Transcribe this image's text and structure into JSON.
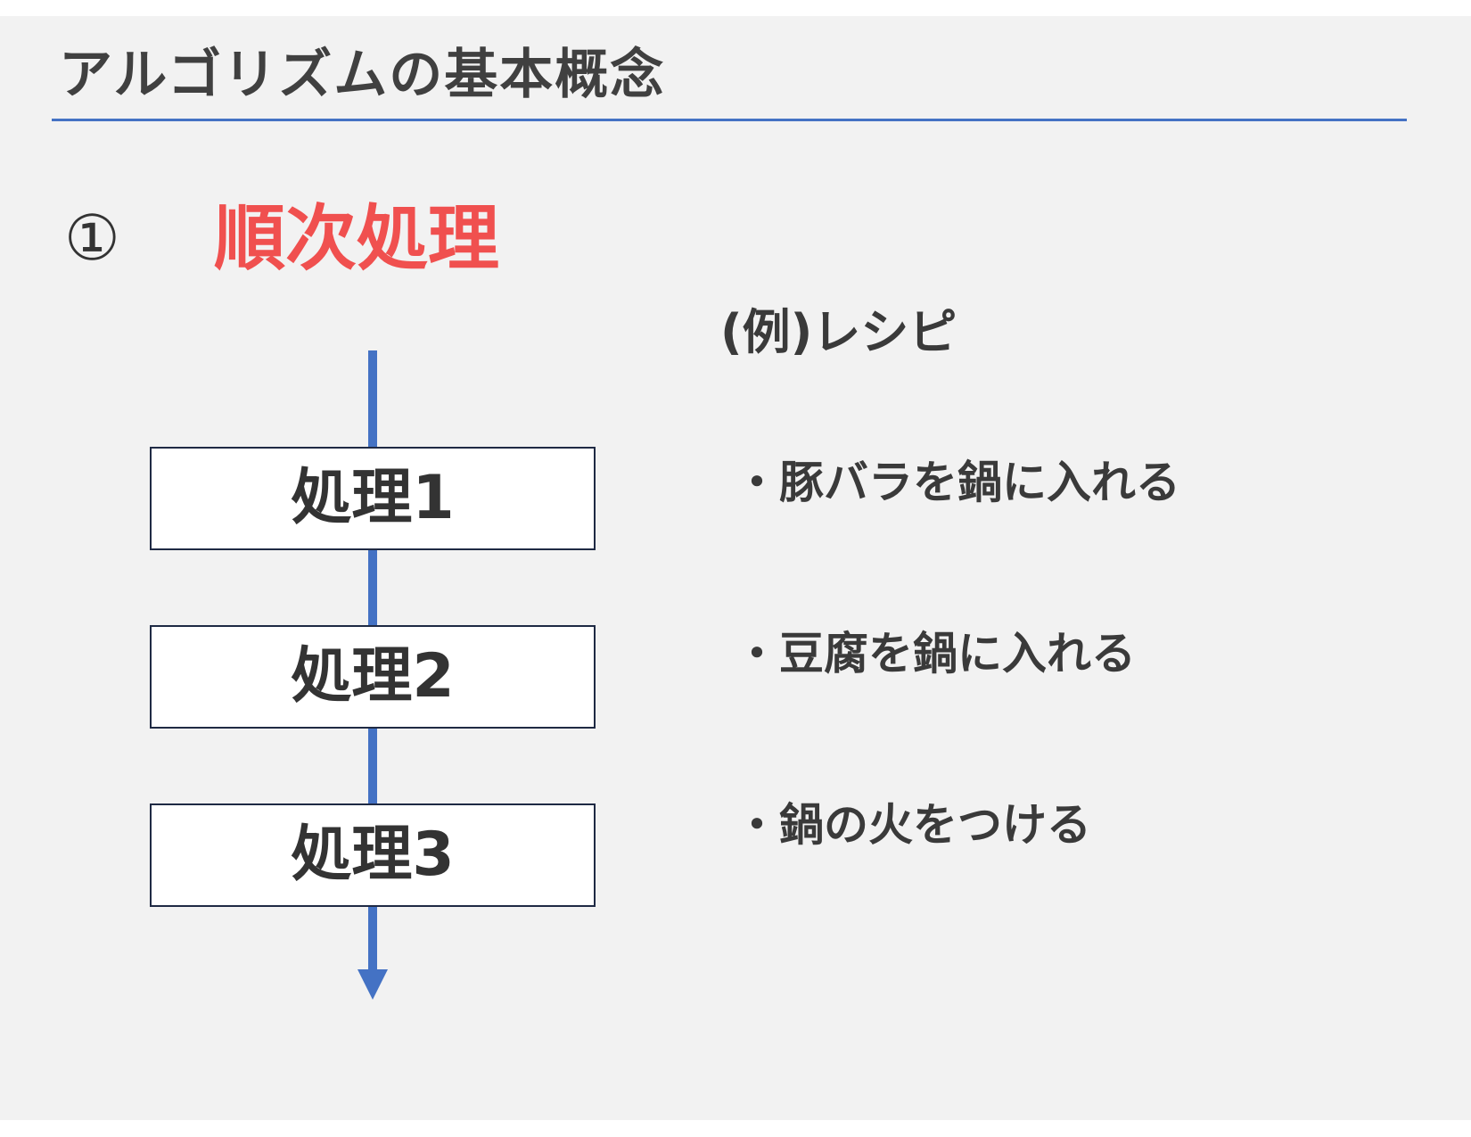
{
  "slide": {
    "title": "アルゴリズムの基本概念",
    "section_number": "①",
    "section_title": "順次処理",
    "accent_color": "#f0504f",
    "line_color": "#4472c4"
  },
  "flow": {
    "steps": [
      {
        "label": "処理1"
      },
      {
        "label": "処理2"
      },
      {
        "label": "処理3"
      }
    ]
  },
  "example": {
    "heading": "(例)レシピ",
    "items": [
      {
        "text": "・豚バラを鍋に入れる"
      },
      {
        "text": "・豆腐を鍋に入れる"
      },
      {
        "text": "・鍋の火をつける"
      }
    ]
  }
}
